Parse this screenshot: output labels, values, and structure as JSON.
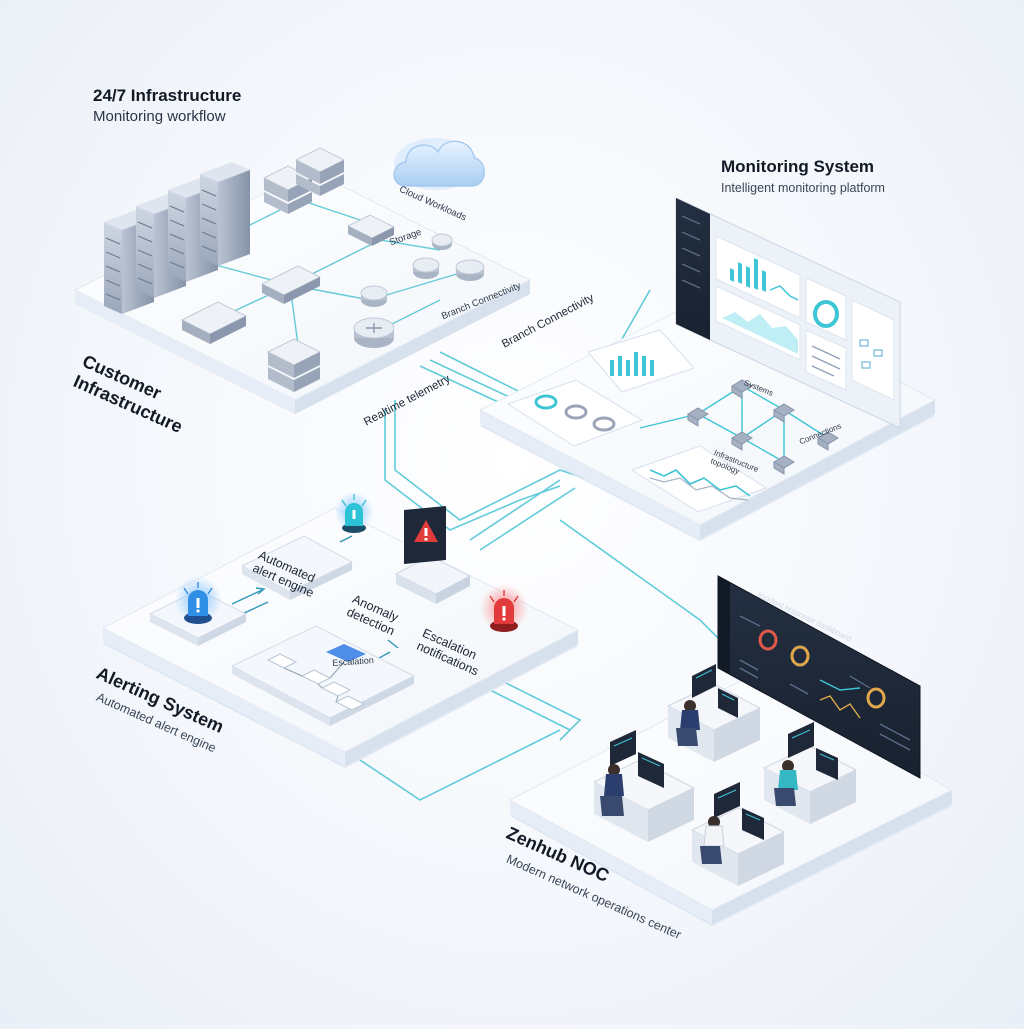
{
  "header": {
    "title": "24/7 Infrastructure",
    "subtitle": "Monitoring workflow"
  },
  "monitoring": {
    "title": "Monitoring System",
    "subtitle": "Intelligent monitoring platform",
    "labels": {
      "systems": "Systems",
      "infra_topology": "Infrastructure topology",
      "connections": "Connections"
    }
  },
  "customer": {
    "title_line1": "Customer",
    "title_line2": "Infrastructure",
    "labels": {
      "cloud": "Cloud Workloads",
      "storage": "Storage",
      "branch": "Branch Connectivity"
    }
  },
  "alerting": {
    "title": "Alerting System",
    "subtitle": "Automated alert engine",
    "labels": {
      "engine_line1": "Automated",
      "engine_line2": "alert engine",
      "anomaly_line1": "Anomaly",
      "anomaly_line2": "detection",
      "escalation_box": "Escalation",
      "notif_line1": "Escalation",
      "notif_line2": "notifications"
    }
  },
  "noc": {
    "title": "Zenhub NOC",
    "subtitle": "Modern network operations center",
    "screen_title": "Incident response dashboard"
  },
  "flows": {
    "branch": "Branch Connectivity",
    "telemetry": "Realtime telemetry"
  },
  "colors": {
    "accent": "#3ec5d6",
    "alert_red": "#e23b3b",
    "alert_blue": "#2f8fe6",
    "panel_dark": "#1d2736"
  }
}
